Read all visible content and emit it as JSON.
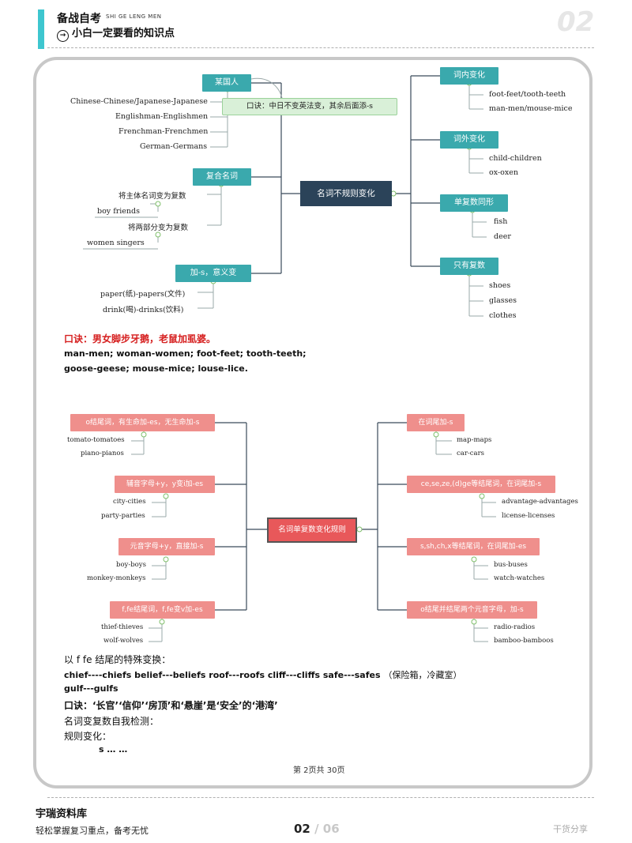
{
  "header": {
    "title": "备战自考",
    "subtitle_small": "SHI GE LENG MEN",
    "arrow_icon": "→",
    "tagline": "小白一定要看的知识点",
    "page_badge": "02"
  },
  "map1": {
    "center": "名词不规则变化",
    "left_branches": [
      {
        "label": "某国人",
        "leaves": [
          "Chinese-Chinese/Japanese-Japanese",
          "Englishman-Englishmen",
          "Frenchman-Frenchmen",
          "German-Germans"
        ]
      },
      {
        "label": "复合名词",
        "leaves": [
          "将主体名词变为复数",
          "boy friends",
          "将两部分变为复数",
          "women singers"
        ]
      },
      {
        "label": "加-s，意义变",
        "leaves": [
          "paper(纸)-papers(文件)",
          "drink(喝)-drinks(饮料)"
        ]
      }
    ],
    "callout": "口诀：中日不变英法变，其余后面添-s",
    "right_branches": [
      {
        "label": "词内变化",
        "leaves": [
          "foot-feet/tooth-teeth",
          "man-men/mouse-mice"
        ]
      },
      {
        "label": "词外变化",
        "leaves": [
          "child-children",
          "ox-oxen"
        ]
      },
      {
        "label": "单复数同形",
        "leaves": [
          "fish",
          "deer"
        ]
      },
      {
        "label": "只有复数",
        "leaves": [
          "shoes",
          "glasses",
          "clothes"
        ]
      }
    ]
  },
  "mnemonic1": {
    "prefix": "口诀：",
    "text": "男女脚步牙鹅，老鼠加虱婆。",
    "line1": "man-men; woman-women; foot-feet; tooth-teeth;",
    "line2": "goose-geese; mouse-mice; louse-lice."
  },
  "map2": {
    "center": "名词单复数变化规则",
    "left_branches": [
      {
        "label": "o结尾词，有生命加-es，无生命加-s",
        "leaves": [
          "tomato-tomatoes",
          "piano-pianos"
        ]
      },
      {
        "label": "辅音字母+y，y变i加-es",
        "leaves": [
          "city-cities",
          "party-parties"
        ]
      },
      {
        "label": "元音字母+y，直接加-s",
        "leaves": [
          "boy-boys",
          "monkey-monkeys"
        ]
      },
      {
        "label": "f,fe结尾词，f,fe变v加-es",
        "leaves": [
          "thief-thieves",
          "wolf-wolves"
        ]
      }
    ],
    "right_branches": [
      {
        "label": "在词尾加-s",
        "leaves": [
          "map-maps",
          "car-cars"
        ]
      },
      {
        "label": "ce,se,ze,(d)ge等结尾词，在词尾加-s",
        "leaves": [
          "advantage-advantages",
          "license-licenses"
        ]
      },
      {
        "label": "s,sh,ch,x等结尾词，在词尾加-es",
        "leaves": [
          "bus-buses",
          "watch-watches"
        ]
      },
      {
        "label": "o结尾并结尾两个元音字母，加-s",
        "leaves": [
          "radio-radios",
          "bamboo-bamboos"
        ]
      }
    ]
  },
  "section2": {
    "intro": "以 f fe 结尾的特殊变换：",
    "line1": "chief----chiefs belief---beliefs   roof---roofs     cliff---cliffs safe---safes",
    "line1_note": "（保险箱，冷藏室）",
    "line2": "gulf---gulfs",
    "mnemonic": "口诀：‘长官’‘信仰’‘房顶’和‘悬崖’是‘安全’的‘港湾’",
    "selftest": "名词变复数自我检测：",
    "regular": "规则变化：",
    "s_line": "s … …"
  },
  "page_label": "第 2页共 30页",
  "footer": {
    "brand": "宇瑞资料库",
    "slogan": "轻松掌握复习重点，备考无忧",
    "page_current": "02",
    "page_total": "/ 06",
    "right": "干货分享"
  },
  "colors": {
    "accent": "#3ec6cf",
    "teal_box": "#3aa9ad",
    "navy": "#2b4359",
    "pink": "#ef8f8c",
    "red": "#d62020"
  }
}
